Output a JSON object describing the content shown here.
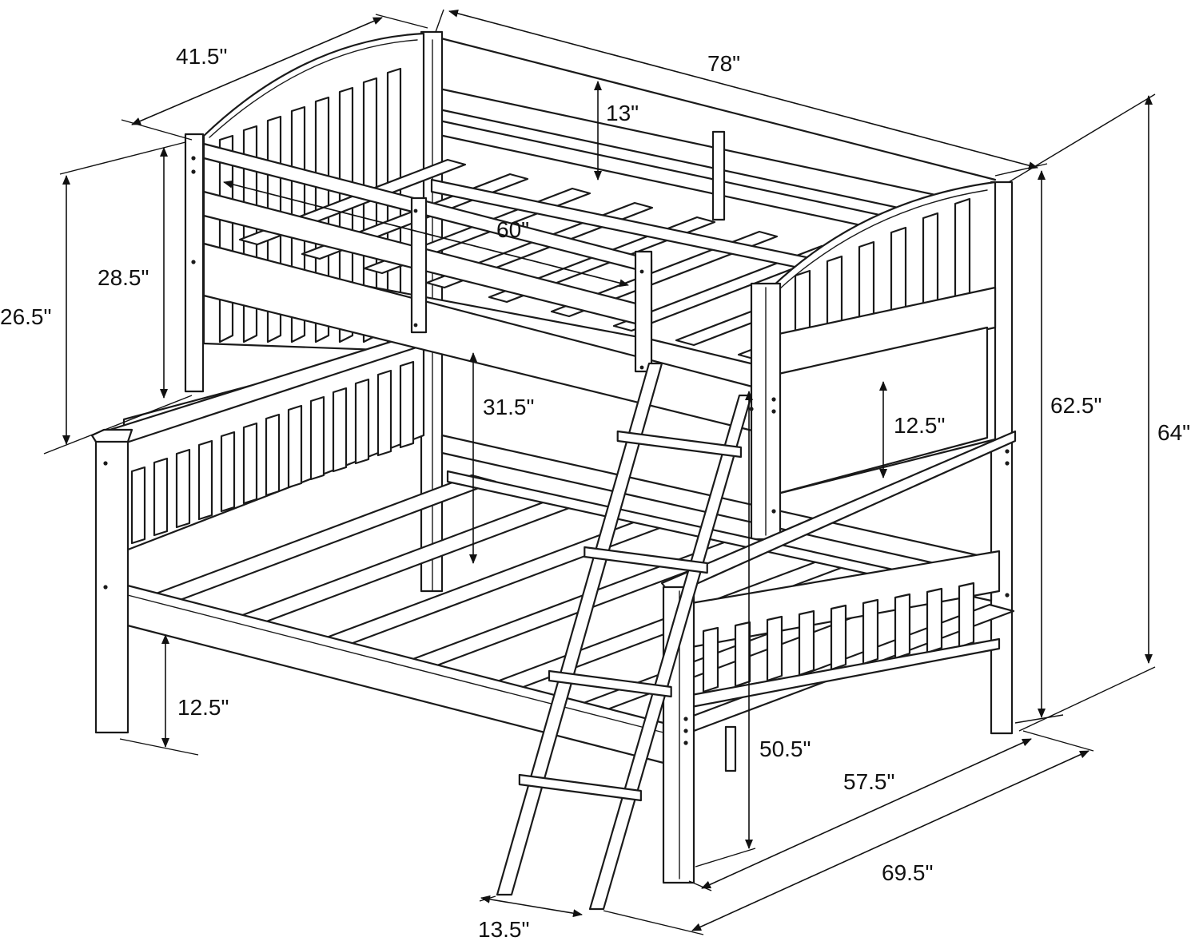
{
  "diagram": {
    "subject": "twin-over-full bunk bed with ladder",
    "dimensions": {
      "top_width": "41.5\"",
      "length": "78\"",
      "guardrail_gap": "13\"",
      "top_mattress_length": "60\"",
      "headboard_top_height": "28.5\"",
      "guardrail_height": "26.5\"",
      "bunk_clearance": "31.5\"",
      "footboard_top_height": "12.5\"",
      "top_bunk_height": "62.5\"",
      "overall_height": "64\"",
      "ground_clearance": "12.5\"",
      "ladder_height": "50.5\"",
      "bottom_width_inner": "57.5\"",
      "bottom_width_outer": "69.5\"",
      "ladder_width": "13.5\""
    }
  }
}
